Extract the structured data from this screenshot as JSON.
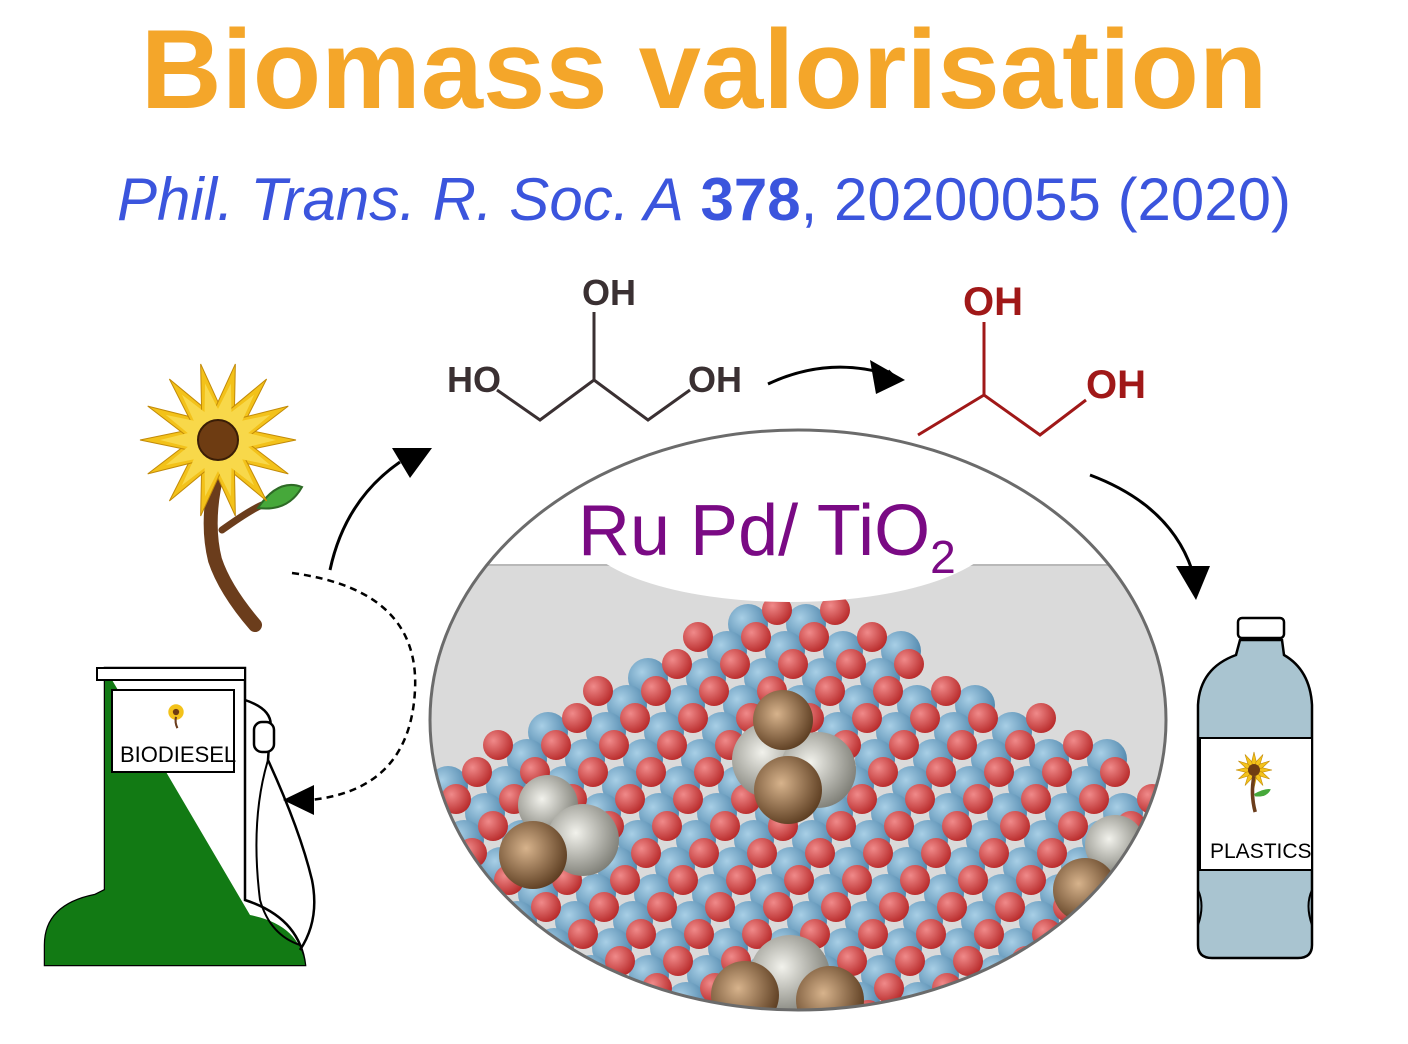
{
  "title": {
    "text": "Biomass valorisation"
  },
  "citation": {
    "journal": "Phil. Trans. R. Soc. A",
    "volume": "378",
    "rest": ", 20200055 (2020)"
  },
  "glycerol": {
    "oh_top": "OH",
    "ho_left": "HO",
    "oh_right": "OH"
  },
  "propanediol": {
    "oh_top": "OH",
    "oh_right": "OH"
  },
  "catalyst": {
    "main": "Ru Pd/ TiO",
    "sub": "2"
  },
  "pump": {
    "label": "BIODIESEL"
  },
  "bottle": {
    "label": "PLASTICS"
  },
  "colors": {
    "title": "#f4a62a",
    "citation": "#3b55dd",
    "glycerol": "#3a3032",
    "propanediol": "#a01818",
    "catalyst_text": "#7a0a84",
    "pump_green": "#127a14",
    "bottle_blue": "#a9c4d0",
    "oxygen": "#d63c3c",
    "titanium": "#6fa6c8",
    "ruthenium": "#7a5432",
    "palladium": "#a8a8a0"
  }
}
